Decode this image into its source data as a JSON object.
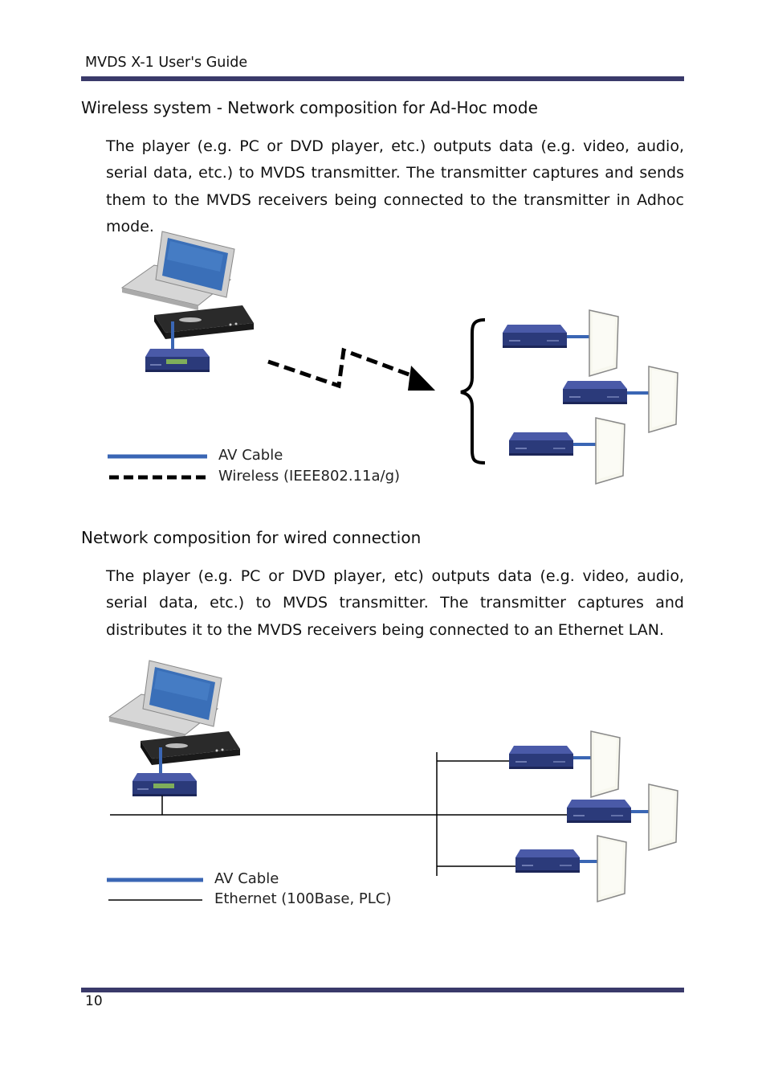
{
  "header": {
    "title": "MVDS X-1 User's Guide"
  },
  "adhoc": {
    "heading": "Wireless system - Network composition for Ad-Hoc mode",
    "paragraph": "The player (e.g. PC or DVD player, etc.) outputs data (e.g. video, audio, serial data, etc.) to MVDS transmitter. The transmitter captures and sends them to the MVDS receivers being connected to the transmitter in Adhoc mode.",
    "legend": {
      "av_cable": "AV Cable",
      "wireless": "Wireless (IEEE802.11a/g)"
    }
  },
  "wired": {
    "heading": "Network composition for wired connection",
    "paragraph": "The player (e.g. PC or DVD player, etc) outputs data (e.g. video, audio, serial data, etc.) to MVDS transmitter. The transmitter captures and distributes it to the MVDS receivers being connected to an Ethernet LAN.",
    "legend": {
      "av_cable": "AV Cable",
      "ethernet": "Ethernet (100Base, PLC)"
    }
  },
  "footer": {
    "page_number": "10"
  },
  "colors": {
    "rule": "#3a3a6a",
    "av_cable": "#3a66b4",
    "device": "#2b3a7a"
  }
}
